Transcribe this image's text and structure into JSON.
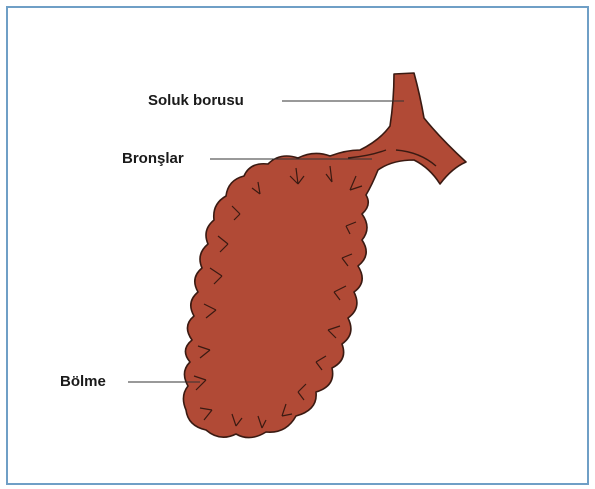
{
  "labels": {
    "trachea": "Soluk borusu",
    "bronchi": "Bronşlar",
    "septum": "Bölme"
  },
  "colors": {
    "lung_fill": "#b14a36",
    "lung_outline": "#3a1a12",
    "leader_line": "#333333",
    "frame_border": "#6f9fc6",
    "background": "#ffffff"
  }
}
